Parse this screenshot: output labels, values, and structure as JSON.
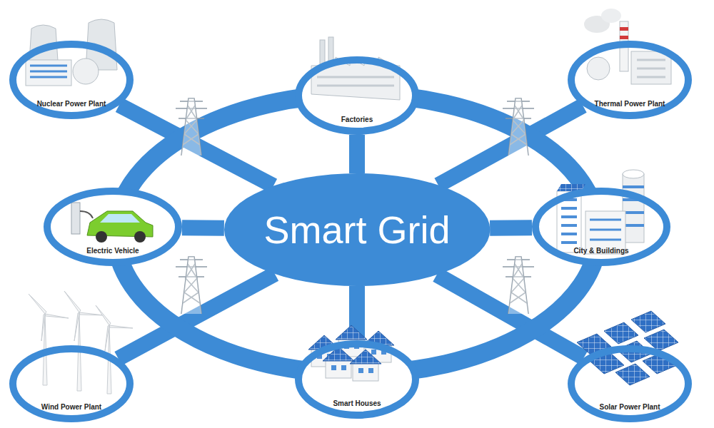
{
  "diagram": {
    "nodes": [
      {
        "text": [
          "Nuclear Power Plant"
        ]
      },
      {
        "text": [
          "Factories"
        ]
      },
      {
        "text": [
          "Thermal Power Plant"
        ]
      },
      {
        "text": [
          "Electric Vehicle"
        ]
      },
      {
        "text": [
          "Smart Grid"
        ]
      },
      {
        "text": [
          "City & Buildings"
        ]
      },
      {
        "text": [
          "Wind Power Plant"
        ]
      },
      {
        "text": [
          "Smart Houses"
        ]
      },
      {
        "text": [
          "Solar Power Plant"
        ]
      }
    ],
    "edges": [
      {
        "from": 4,
        "to": 0,
        "arrow": "none"
      },
      {
        "from": 4,
        "to": 1,
        "arrow": "none"
      },
      {
        "from": 4,
        "to": 2,
        "arrow": "none"
      },
      {
        "from": 4,
        "to": 3,
        "arrow": "none"
      },
      {
        "from": 4,
        "to": 5,
        "arrow": "none"
      },
      {
        "from": 4,
        "to": 6,
        "arrow": "none"
      },
      {
        "from": 4,
        "to": 7,
        "arrow": "none"
      },
      {
        "from": 4,
        "to": 8,
        "arrow": "none"
      }
    ]
  }
}
